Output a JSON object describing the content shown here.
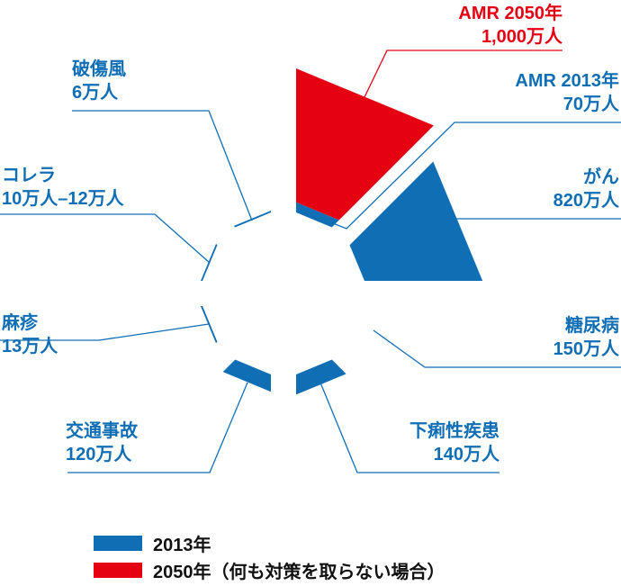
{
  "chart_data": {
    "type": "polar-area",
    "unit": "万人",
    "colors": {
      "2013": "#106eb4",
      "2050": "#e50012"
    },
    "sectors": [
      {
        "name": "AMR",
        "value_2013": 70,
        "value_2050": 1000,
        "label": "AMR 2013年",
        "value_label": "70万人",
        "label_2050": "AMR 2050年",
        "value_label_2050": "1,000万人"
      },
      {
        "name": "がん",
        "value_2013": 820,
        "label": "がん",
        "value_label": "820万人"
      },
      {
        "name": "糖尿病",
        "value_2013": 150,
        "label": "糖尿病",
        "value_label": "150万人"
      },
      {
        "name": "下痢性疾患",
        "value_2013": 140,
        "label": "下痢性疾患",
        "value_label": "140万人"
      },
      {
        "name": "交通事故",
        "value_2013": 120,
        "label": "交通事故",
        "value_label": "120万人"
      },
      {
        "name": "麻疹",
        "value_2013": 13,
        "label": "麻疹",
        "value_label": "13万人"
      },
      {
        "name": "コレラ",
        "value_2013": 11,
        "label": "コレラ",
        "value_label": "10万人–12万人"
      },
      {
        "name": "破傷風",
        "value_2013": 6,
        "label": "破傷風",
        "value_label": "6万人"
      }
    ],
    "legend": [
      {
        "label": "2013年",
        "color": "#106eb4"
      },
      {
        "label": "2050年（何も対策を取らない場合）",
        "color": "#e50012"
      }
    ]
  }
}
